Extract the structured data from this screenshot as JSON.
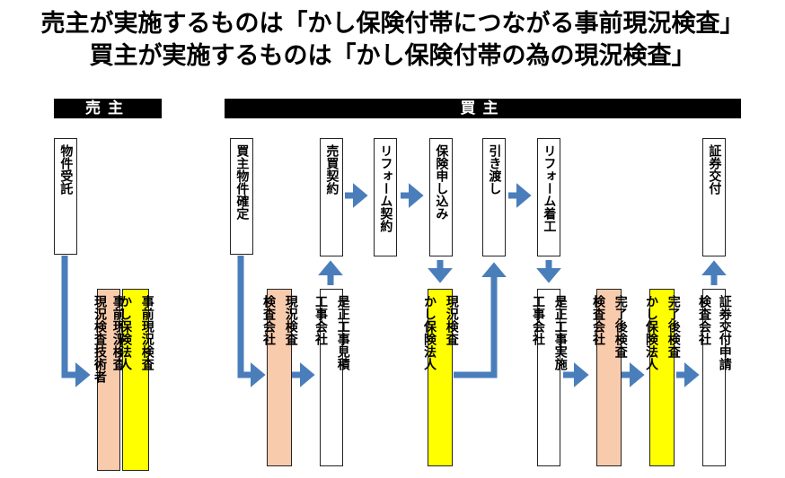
{
  "title": {
    "line1": "売主が実施するものは「かし保険付帯につながる事前現況検査」",
    "line2": "買主が実施するものは「かし保険付帯の為の現況検査」"
  },
  "headers": {
    "seller": "売主",
    "buyer": "買主"
  },
  "steps": {
    "bukken_jutaku": "物件受託",
    "gentai_kensa_jizen_1": "現況検査技術者",
    "gentai_kensa_jizen_2": "事前現況検査",
    "kashi_jizen_1": "かし保険法人",
    "kashi_jizen_2": "事前現況検査",
    "kaishu_kakutei": "買主物件確定",
    "kensa_genkyo_1": "検査会社",
    "kensa_genkyo_2": "現況検査",
    "baibai_keiyaku": "売買契約",
    "koji_zesei_1": "工事会社",
    "koji_zesei_2": "是正工事見積",
    "reform_keiyaku": "リフォーム契約",
    "hoken_moshikomi": "保険申し込み",
    "kashi_genkyo_1": "かし保険法人",
    "kashi_genkyo_2": "現況検査",
    "hikiwatashi": "引き渡し",
    "reform_chakko": "リフォーム着工",
    "koji_jisshi_1": "工事会社",
    "koji_jisshi_2": "是正工事実施",
    "kensa_kanryo_1": "検査会社",
    "kensa_kanryo_2": "完了後検査",
    "kashi_kanryo_1": "かし保険法人",
    "kashi_kanryo_2": "完了後検査",
    "shoken_shinsei_1": "検査会社",
    "shoken_shinsei_2": "証券交付申請",
    "shoken_kofu": "証券交付"
  },
  "colors": {
    "arrow": "#4a7ebb",
    "peach": "#f9cbad",
    "yellow": "#ffff00"
  }
}
